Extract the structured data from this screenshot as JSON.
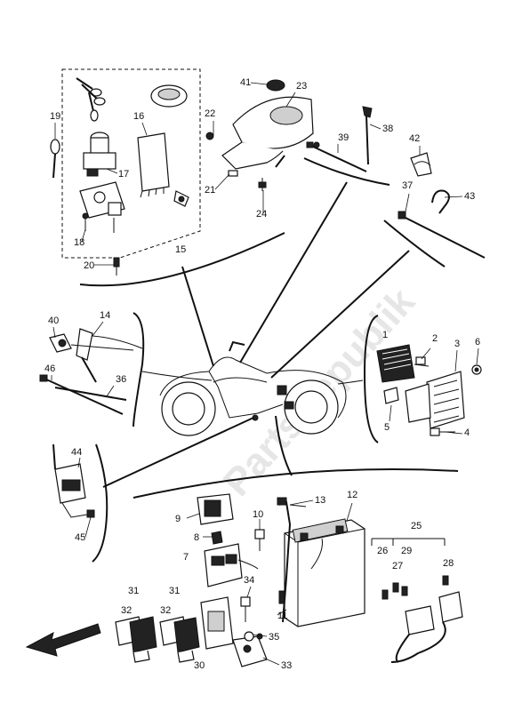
{
  "diagram": {
    "watermark": "PartsRepublik",
    "parts": [
      {
        "id": "1",
        "label": "1"
      },
      {
        "id": "2",
        "label": "2"
      },
      {
        "id": "3",
        "label": "3"
      },
      {
        "id": "4",
        "label": "4"
      },
      {
        "id": "5",
        "label": "5"
      },
      {
        "id": "6",
        "label": "6"
      },
      {
        "id": "7",
        "label": "7"
      },
      {
        "id": "8",
        "label": "8"
      },
      {
        "id": "9",
        "label": "9"
      },
      {
        "id": "10",
        "label": "10"
      },
      {
        "id": "11",
        "label": "11"
      },
      {
        "id": "12",
        "label": "12"
      },
      {
        "id": "13",
        "label": "13"
      },
      {
        "id": "14",
        "label": "14"
      },
      {
        "id": "15",
        "label": "15"
      },
      {
        "id": "16",
        "label": "16"
      },
      {
        "id": "17",
        "label": "17"
      },
      {
        "id": "18",
        "label": "18"
      },
      {
        "id": "19",
        "label": "19"
      },
      {
        "id": "20",
        "label": "20"
      },
      {
        "id": "21",
        "label": "21"
      },
      {
        "id": "22",
        "label": "22"
      },
      {
        "id": "23",
        "label": "23"
      },
      {
        "id": "24",
        "label": "24"
      },
      {
        "id": "25",
        "label": "25"
      },
      {
        "id": "26",
        "label": "26"
      },
      {
        "id": "27",
        "label": "27"
      },
      {
        "id": "28",
        "label": "28"
      },
      {
        "id": "29",
        "label": "29"
      },
      {
        "id": "30",
        "label": "30"
      },
      {
        "id": "31a",
        "label": "31"
      },
      {
        "id": "31b",
        "label": "31"
      },
      {
        "id": "32a",
        "label": "32"
      },
      {
        "id": "32b",
        "label": "32"
      },
      {
        "id": "33",
        "label": "33"
      },
      {
        "id": "34",
        "label": "34"
      },
      {
        "id": "35",
        "label": "35"
      },
      {
        "id": "36",
        "label": "36"
      },
      {
        "id": "37",
        "label": "37"
      },
      {
        "id": "38",
        "label": "38"
      },
      {
        "id": "39",
        "label": "39"
      },
      {
        "id": "40",
        "label": "40"
      },
      {
        "id": "41",
        "label": "41"
      },
      {
        "id": "42",
        "label": "42"
      },
      {
        "id": "43",
        "label": "43"
      },
      {
        "id": "44",
        "label": "44"
      },
      {
        "id": "45",
        "label": "45"
      },
      {
        "id": "46",
        "label": "46"
      }
    ]
  }
}
